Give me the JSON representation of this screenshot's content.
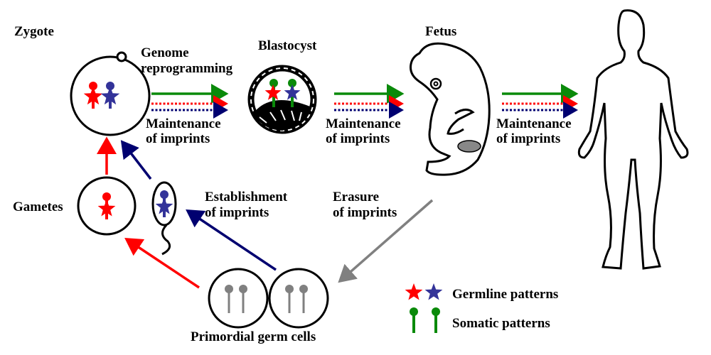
{
  "labels": {
    "zygote": "Zygote",
    "genome_1": "Genome",
    "genome_2": "reprogramming",
    "blastocyst": "Blastocyst",
    "fetus": "Fetus",
    "maint_1": "Maintenance",
    "maint_2": "of imprints",
    "gametes": "Gametes",
    "establish_1": "Establishment",
    "establish_2": "of imprints",
    "erasure_1": "Erasure",
    "erasure_2": "of imprints",
    "pgc": "Primordial germ cells",
    "legend_germline": "Germline patterns",
    "legend_somatic": "Somatic patterns"
  },
  "colors": {
    "maternal": "#ff0000",
    "paternal": "#333399",
    "somatic": "#0a8a0a",
    "navy_arrow": "#000070",
    "gray": "#808080"
  },
  "icons": [
    "star-maternal-icon",
    "star-paternal-icon",
    "pin-somatic-icon",
    "pin-gray-icon",
    "human-silhouette",
    "fetus-outline"
  ]
}
